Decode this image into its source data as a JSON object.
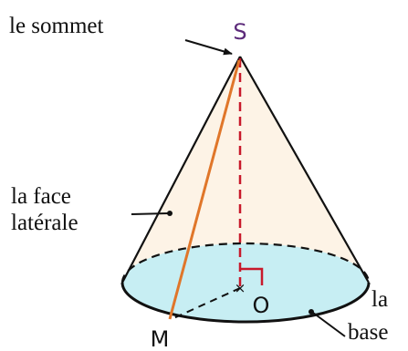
{
  "labels": {
    "apex_letter": "S",
    "apex_name": "le sommet",
    "lateral_face_line1": "la face",
    "lateral_face_line2": "latérale",
    "center_letter": "O",
    "point_letter": "M",
    "base_line1": "la",
    "base_line2": "base"
  },
  "colors": {
    "lateral_face_fill": "#fdf3e6",
    "base_fill": "#c7eef3",
    "outline": "#111111",
    "height_line": "#c8192b",
    "generatrix": "#e0762a",
    "letter_purple": "#5c2a7a",
    "right_angle_mark": "#c8192b"
  },
  "icons": {
    "pointer": "arrow"
  }
}
